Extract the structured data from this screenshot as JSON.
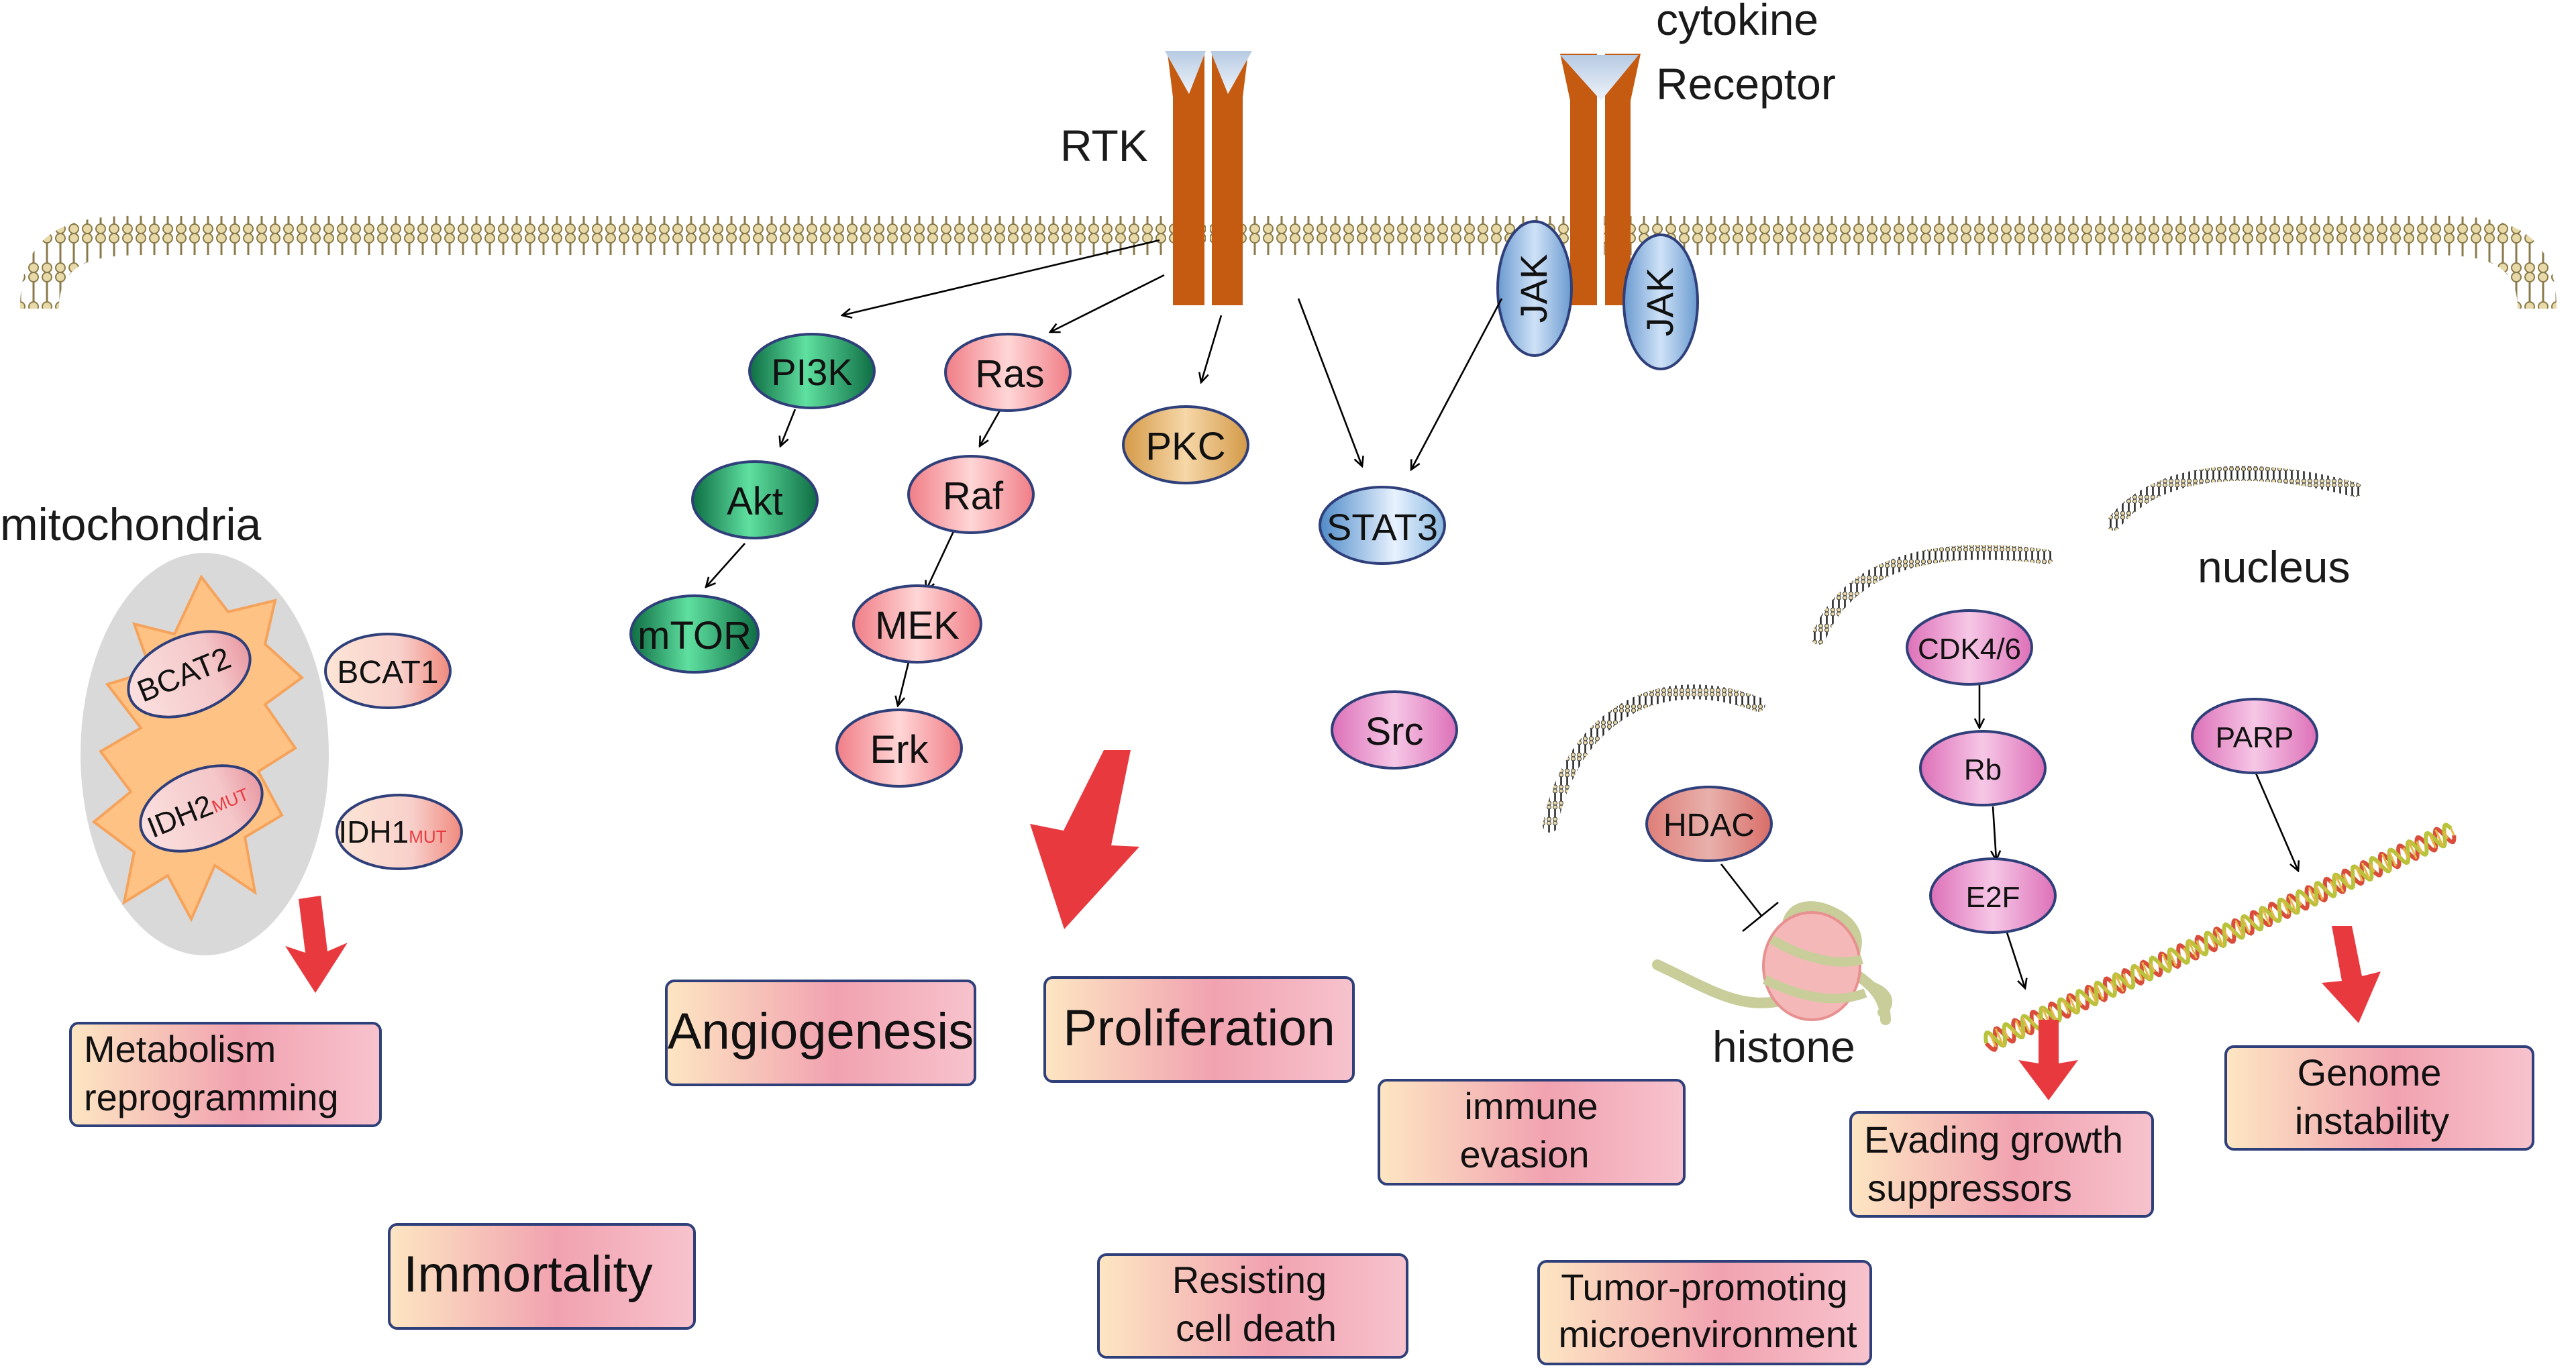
{
  "receptors": {
    "rtk": "RTK",
    "cytokine_line1": "cytokine",
    "cytokine_line2": "Receptor",
    "jak": "JAK"
  },
  "compartments": {
    "mitochondria": "mitochondria",
    "nucleus": "nucleus",
    "histone": "histone"
  },
  "nodes": {
    "pi3k": "PI3K",
    "akt": "Akt",
    "mtor": "mTOR",
    "ras": "Ras",
    "raf": "Raf",
    "mek": "MEK",
    "erk": "Erk",
    "pkc": "PKC",
    "stat3": "STAT3",
    "src": "Src",
    "bcat2": "BCAT2",
    "bcat1": "BCAT1",
    "idh2": "IDH2",
    "idh1": "IDH1",
    "mut": "MUT",
    "hdac": "HDAC",
    "cdk46": "CDK4/6",
    "rb": "Rb",
    "e2f": "E2F",
    "parp": "PARP"
  },
  "hallmarks": {
    "metabolism_l1": "Metabolism",
    "metabolism_l2": "reprogramming",
    "angiogenesis": "Angiogenesis",
    "proliferation": "Proliferation",
    "immune_l1": "immune",
    "immune_l2": "evasion",
    "immortality": "Immortality",
    "resisting_l1": "Resisting",
    "resisting_l2": "cell death",
    "tumor_l1": "Tumor-promoting",
    "tumor_l2": "microenvironment",
    "evading_l1": "Evading growth",
    "evading_l2": "suppressors",
    "genome_l1": "Genome",
    "genome_l2": "instability"
  },
  "colors": {
    "receptor": "#c55a11",
    "arrow_red": "#e8393f",
    "box_border": "#2f3f7a",
    "green": "#2fb56e",
    "salmon": "#f07d86",
    "pink": "#e683c4",
    "blue": "#7eb0dc",
    "tan": "#d9a55a"
  }
}
